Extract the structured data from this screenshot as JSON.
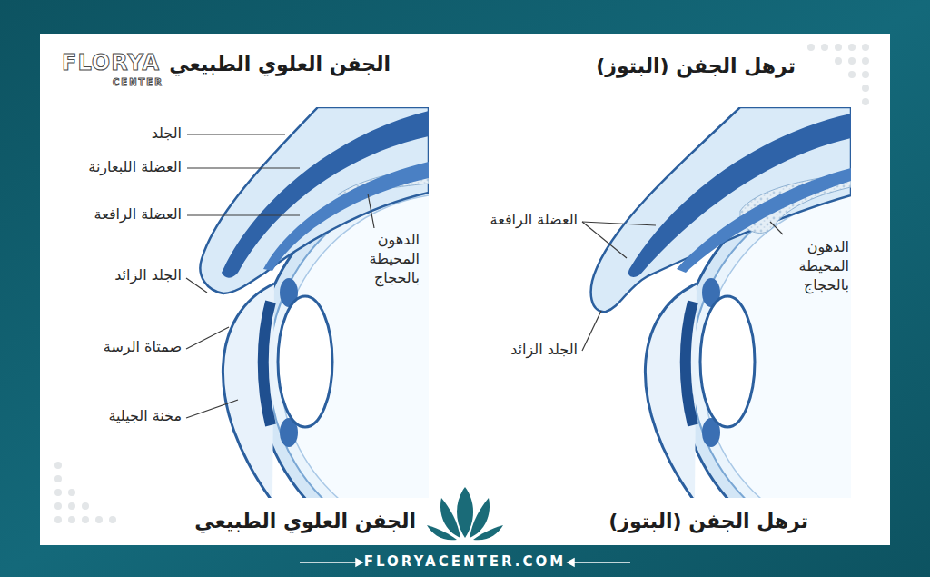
{
  "diagram": {
    "labels": [
      "FLORYA",
      "CENTER",
      "الجفن العلوي الطبيعي",
      "ترهل الجفن (البتوز)",
      "الجلد",
      "العضلة اللبعارنة",
      "العضلة الرافعة",
      "الجلد الزائد",
      "صمتاة الرسة",
      "مخنة الجيلية",
      "الدهون المحيطة بالحجاج",
      "العضلة الرافعة",
      "الدهون المحيطة بالحجاج",
      "الجلد الزائد",
      "الجفن العلوي الطبيعي",
      "ترهل الجفن (البتوز)",
      "FLORYACENTER.COM"
    ]
  }
}
